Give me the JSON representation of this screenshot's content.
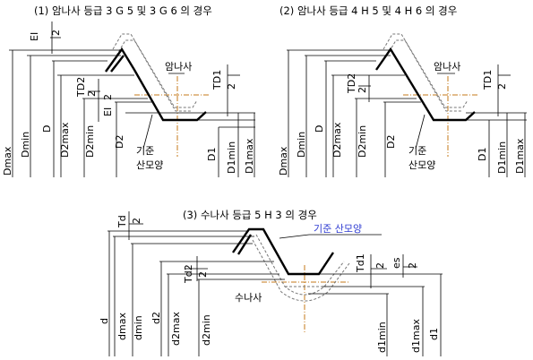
{
  "colors": {
    "profile": "#000000",
    "tolerance_zone": "#777777",
    "center_line": "#c47a1a",
    "callout": "#2e3bd1"
  },
  "fig1": {
    "title": "(1) 암나사 등급 3 G 5 및 3 G 6 의 경우",
    "part": "암나사",
    "ref_l1": "기준",
    "ref_l2": "산모양",
    "labels": {
      "EI_top": "EI",
      "two_a": "2",
      "TD2": "TD2",
      "two_b": "2",
      "EI_mid": "EI",
      "two_c": "2",
      "TD1": "TD1",
      "two_d": "2",
      "Dmax": "Dmax",
      "Dmin": "Dmin",
      "D": "D",
      "D2max": "D2max",
      "D2min": "D2min",
      "D2": "D2",
      "D1": "D1",
      "D1min": "D1min",
      "D1max": "D1max"
    }
  },
  "fig2": {
    "title": "(2) 암나사 등급 4 H 5 및 4 H 6 의 경우",
    "part": "암나사",
    "ref_l1": "기준",
    "ref_l2": "산모양",
    "labels": {
      "TD2": "TD2",
      "two_b": "2",
      "TD1": "TD1",
      "two_d": "2",
      "Dmax": "Dmax",
      "Dmin": "Dmin",
      "D": "D",
      "D2max": "D2max",
      "D2min": "D2min",
      "D2": "D2",
      "D1": "D1",
      "D1min": "D1min",
      "D1max": "D1max"
    }
  },
  "fig3": {
    "title": "(3) 수나사 등급 5 H 3 의 경우",
    "part": "수나사",
    "ref": "기준 산모양",
    "labels": {
      "Td": "Td",
      "two_a": "2",
      "Td2": "Td2",
      "two_b": "2",
      "Td1": "Td1",
      "two_c": "2",
      "es": "es",
      "two_d": "2",
      "d": "d",
      "dmax": "dmax",
      "dmin": "dmin",
      "d2": "d2",
      "d2max": "d2max",
      "d2min": "d2min",
      "d1min": "d1min",
      "d1max": "d1max",
      "d1": "d1"
    }
  }
}
